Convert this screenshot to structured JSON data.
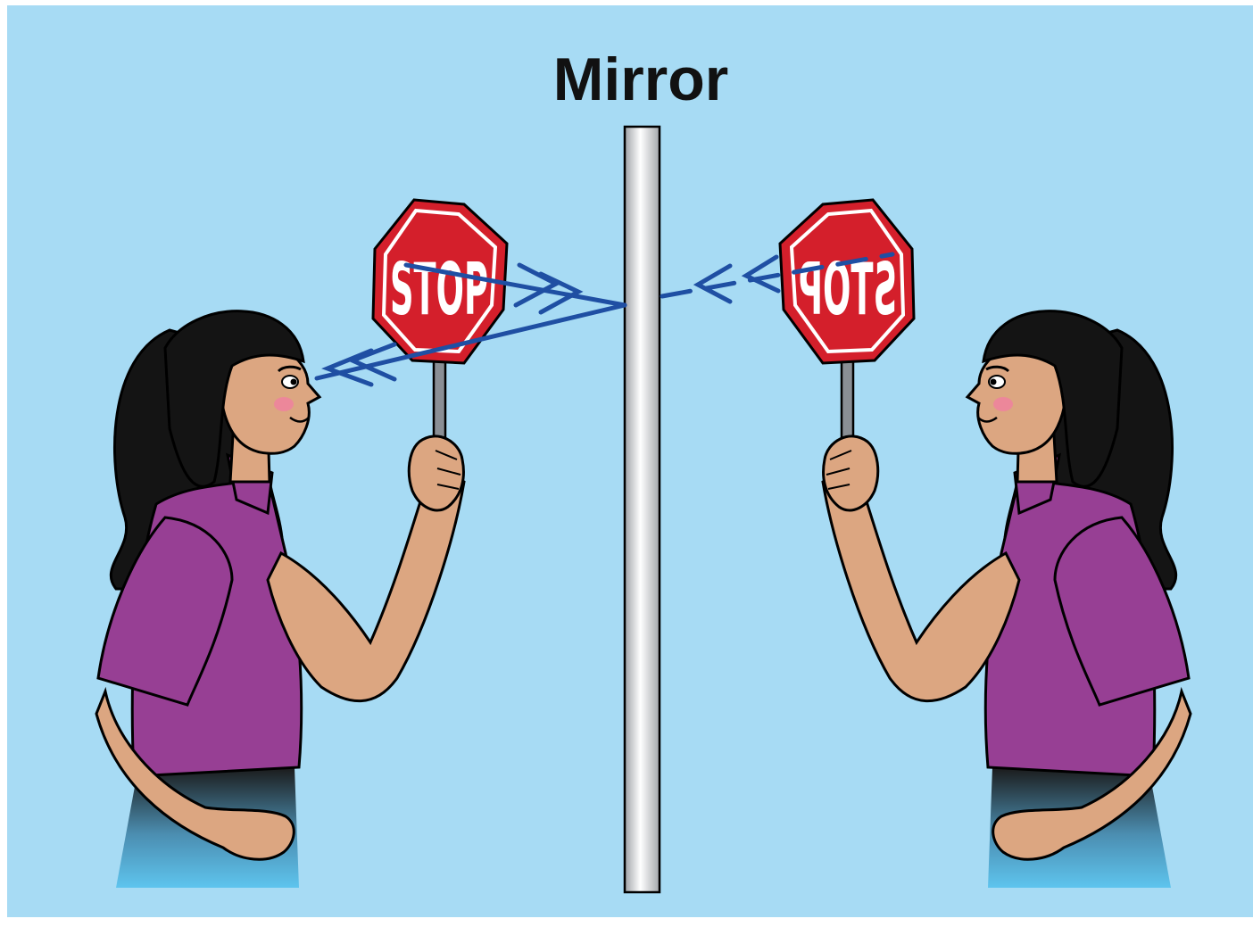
{
  "title": "Mirror",
  "sign_text": "STOP",
  "colors": {
    "background": "#a7dbf4",
    "sign_red": "#d41f2b",
    "ray_blue": "#1f4fa3",
    "shirt_purple": "#973f94",
    "hair": "#141414",
    "skin": "#dca681",
    "mirror_body": "#d9dcdf",
    "skirt_bottom": "#5ec4ee"
  },
  "icons": {
    "person_left": "person-holding-stop-sign",
    "person_right": "mirror-image-person",
    "mirror": "mirror-edge"
  }
}
